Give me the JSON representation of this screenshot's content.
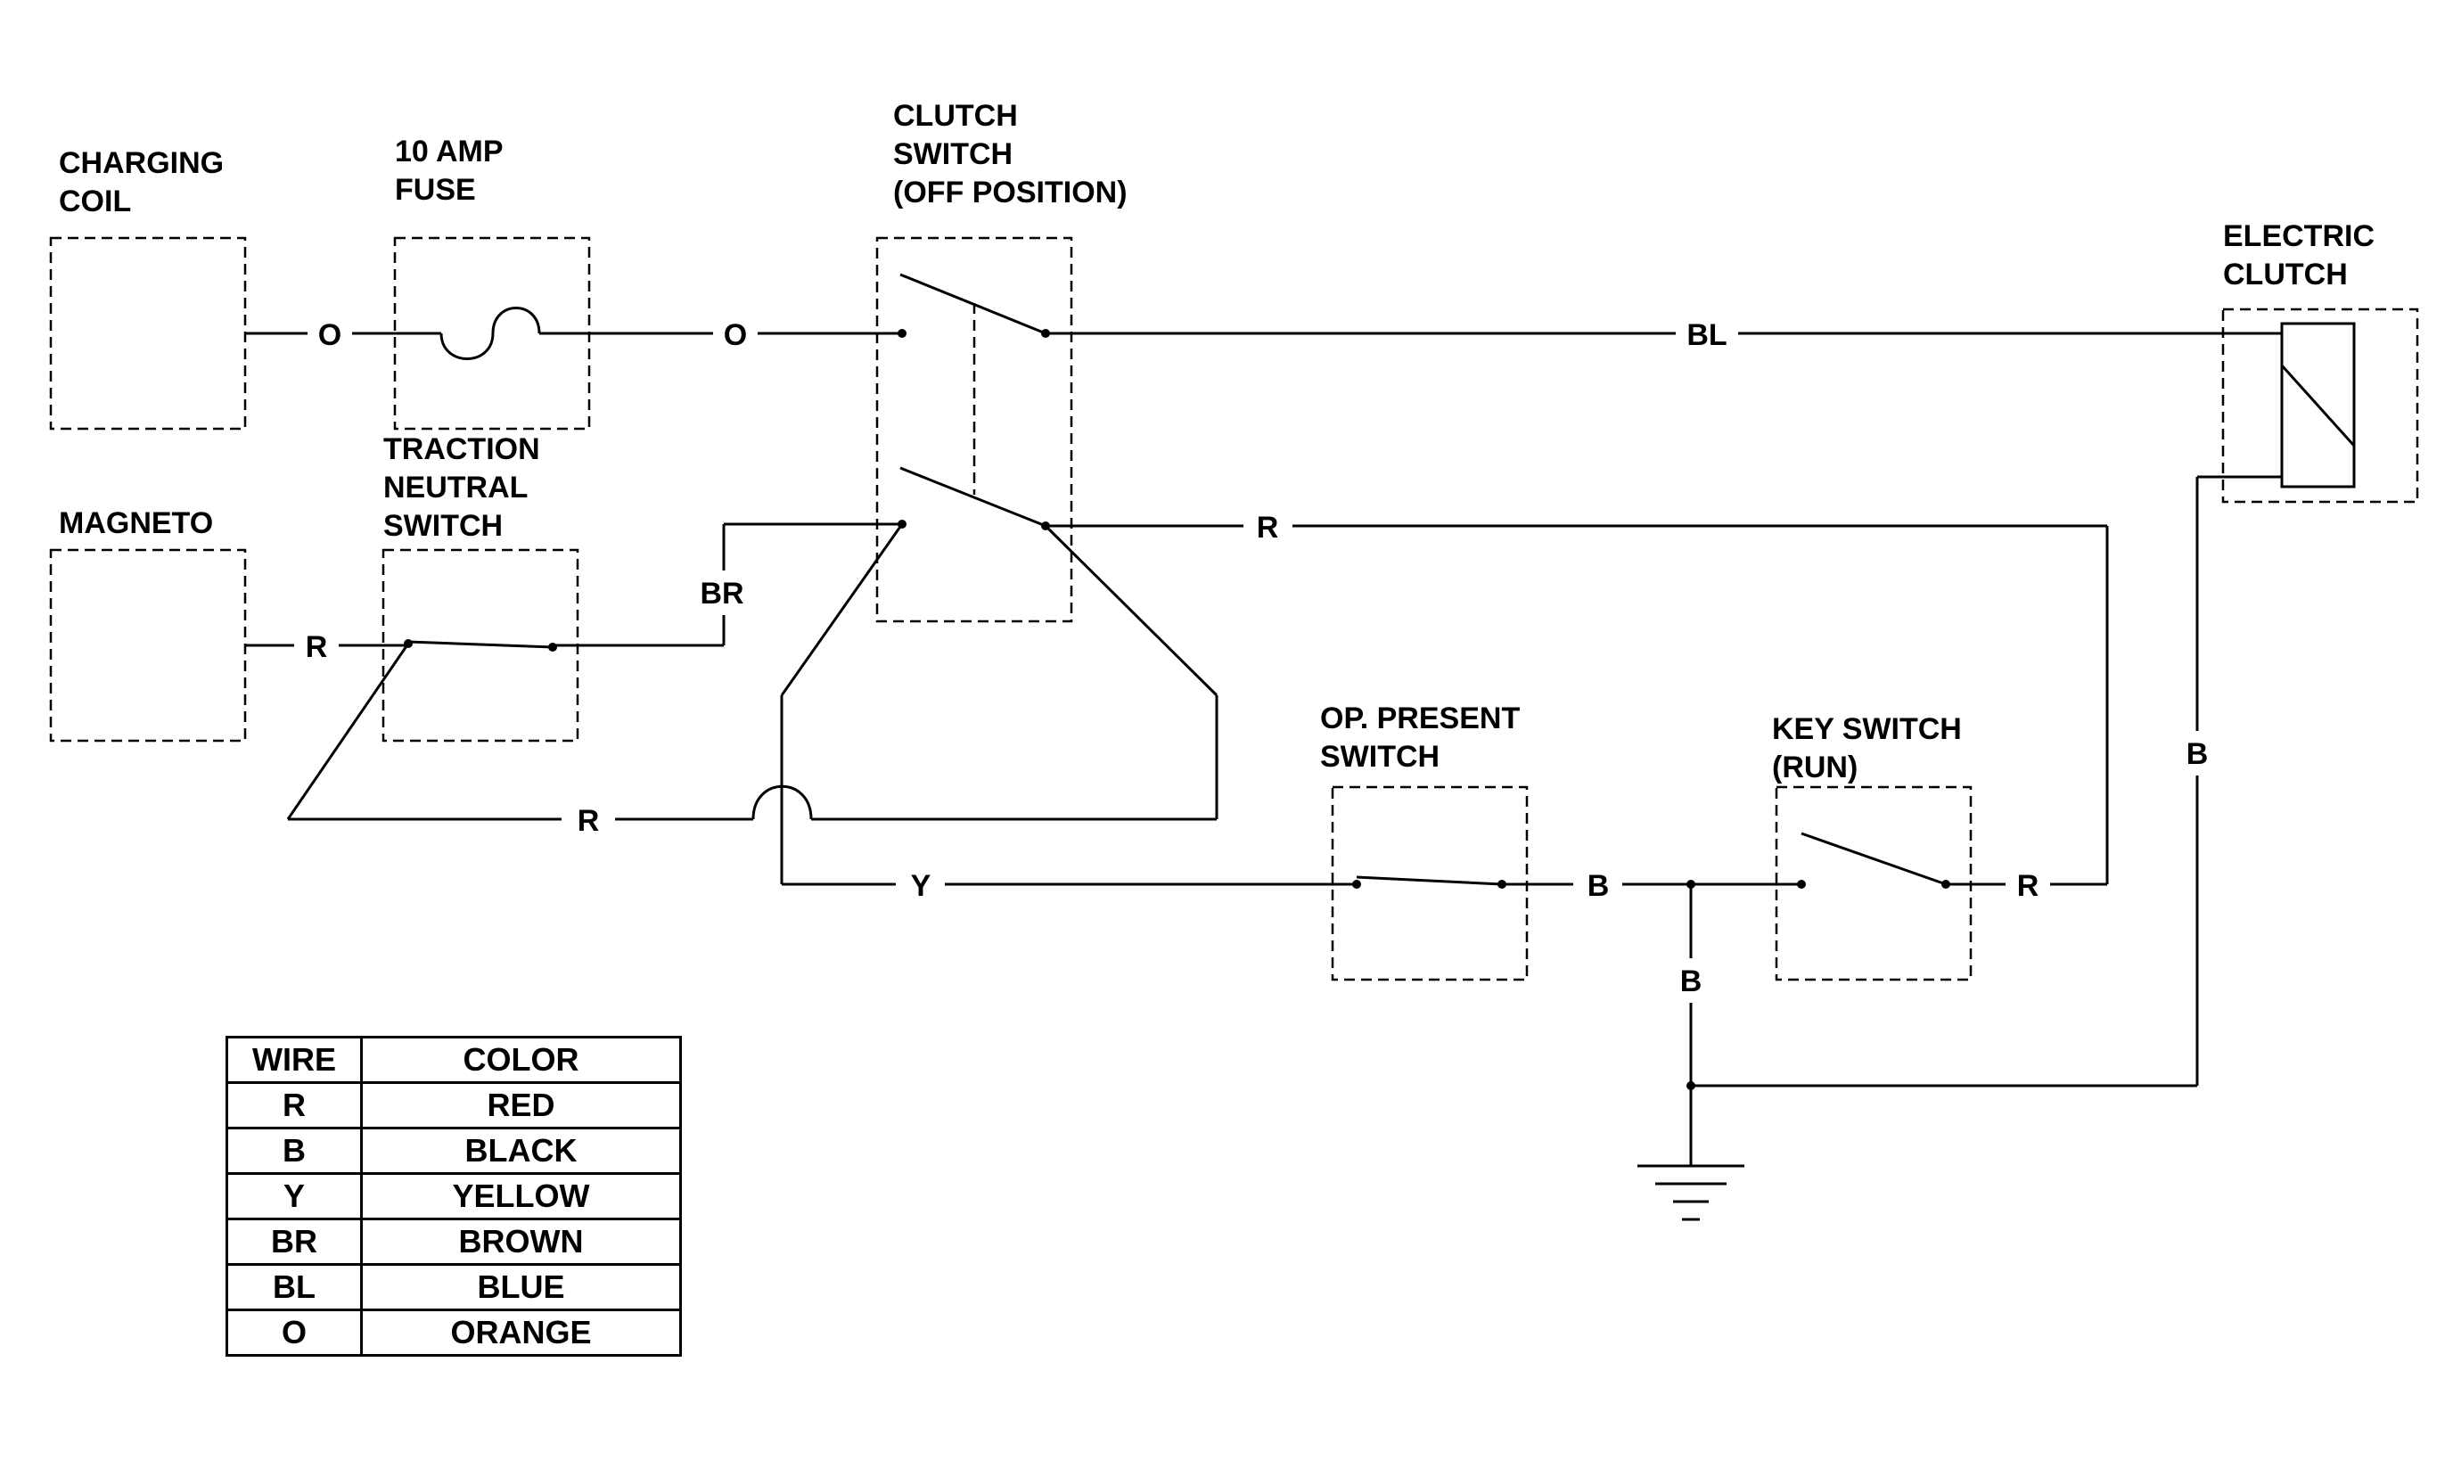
{
  "components": {
    "charging_coil": [
      "CHARGING",
      "COIL"
    ],
    "fuse": [
      "10 AMP",
      "FUSE"
    ],
    "clutch_switch": [
      "CLUTCH",
      "SWITCH",
      "(OFF POSITION)"
    ],
    "electric_clutch": [
      "ELECTRIC",
      "CLUTCH"
    ],
    "magneto": [
      "MAGNETO"
    ],
    "traction_neutral_switch": [
      "TRACTION",
      "NEUTRAL",
      "SWITCH"
    ],
    "op_present_switch": [
      "OP. PRESENT",
      "SWITCH"
    ],
    "key_switch": [
      "KEY SWITCH",
      "(RUN)"
    ]
  },
  "wire_labels": {
    "coil_to_fuse": "O",
    "fuse_to_clutch": "O",
    "clutch_to_electric": "BL",
    "magneto_out": "R",
    "neutral_to_clutch": "BR",
    "clutch_return": "R",
    "bottom_loop": "R",
    "yellow_line": "Y",
    "op_to_key": "B",
    "key_out": "R",
    "ground_drop": "B",
    "clutch_ground": "B"
  },
  "legend": {
    "headers": [
      "WIRE",
      "COLOR"
    ],
    "rows": [
      [
        "R",
        "RED"
      ],
      [
        "B",
        "BLACK"
      ],
      [
        "Y",
        "YELLOW"
      ],
      [
        "BR",
        "BROWN"
      ],
      [
        "BL",
        "BLUE"
      ],
      [
        "O",
        "ORANGE"
      ]
    ]
  }
}
